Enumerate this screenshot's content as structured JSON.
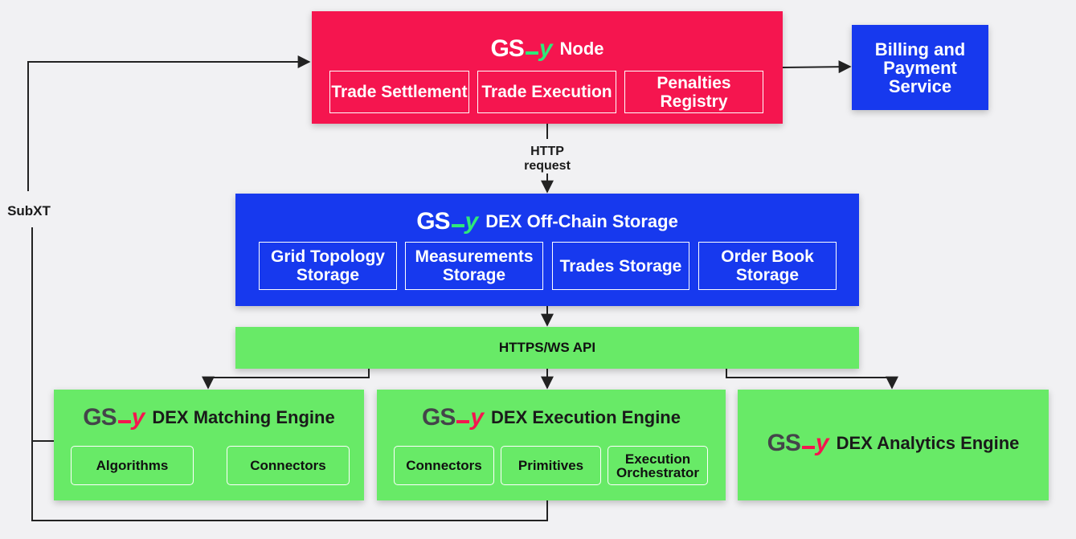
{
  "brand": {
    "gs": "GS",
    "y": "y"
  },
  "node": {
    "title": "Node",
    "items": [
      "Trade Settlement",
      "Trade Execution",
      "Penalties Registry"
    ]
  },
  "billing": {
    "label": "Billing and Payment Service"
  },
  "http_label": "HTTP request",
  "subxt_label": "SubXT",
  "storage": {
    "title": "DEX Off-Chain Storage",
    "items": [
      "Grid Topology Storage",
      "Measurements Storage",
      "Trades Storage",
      "Order Book Storage"
    ]
  },
  "api": {
    "label": "HTTPS/WS API"
  },
  "matching": {
    "title": "DEX Matching Engine",
    "items": [
      "Algorithms",
      "Connectors"
    ]
  },
  "execution": {
    "title": "DEX Execution Engine",
    "items": [
      "Connectors",
      "Primitives",
      "Execution Orchestrator"
    ]
  },
  "analytics": {
    "title": "DEX Analytics Engine"
  },
  "colors": {
    "node_bg": "#f5154f",
    "blue_bg": "#1739ee",
    "green_bg": "#68ea67",
    "brand_green": "#2ee87a",
    "brand_pink": "#f5154f",
    "background": "#f1f1f3"
  }
}
